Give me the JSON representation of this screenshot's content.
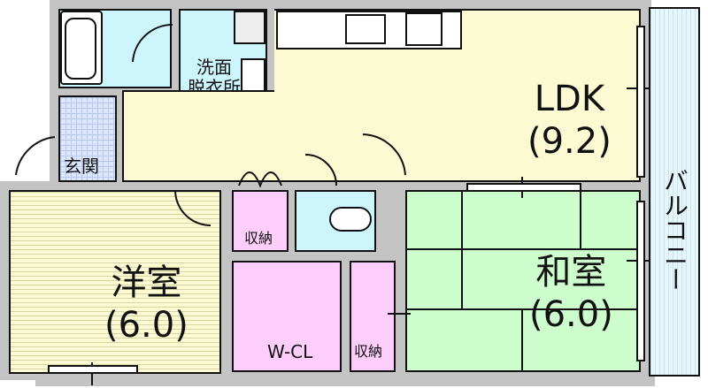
{
  "rooms": {
    "ldk": {
      "name": "LDK",
      "size": "(9.2)"
    },
    "western": {
      "name": "洋室",
      "size": "(6.0)"
    },
    "japanese": {
      "name": "和室",
      "size": "(6.0)"
    },
    "washroom": {
      "line1": "洗面",
      "line2": "脱衣所"
    },
    "entrance": "玄関",
    "storage1": "収納",
    "storage2": "収納",
    "walk_in_closet": "W-CL",
    "balcony": "バルコニー"
  },
  "colors": {
    "wall": "#c4c4c4",
    "wet": "#ccf6fc",
    "living": "#fbfad2",
    "storage": "#fdcdfb",
    "tatami": "#cdfccd"
  }
}
